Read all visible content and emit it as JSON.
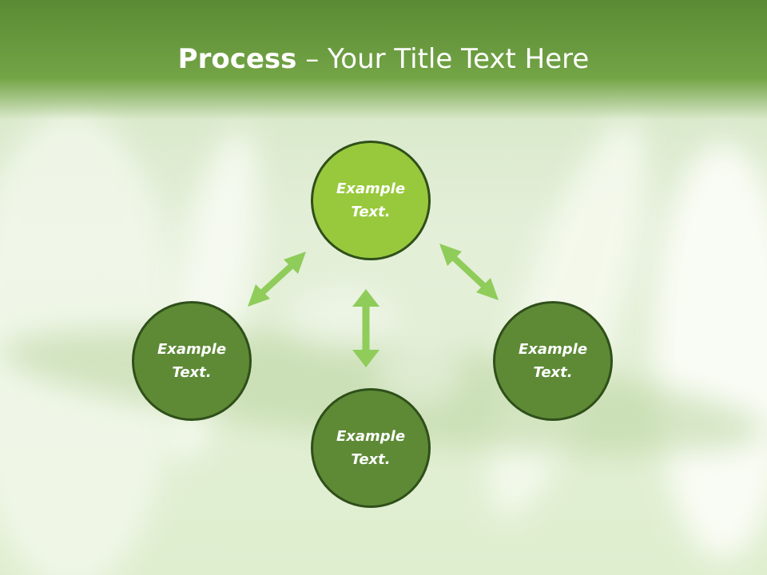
{
  "slide": {
    "title_bold": "Process",
    "title_sep": " – ",
    "title_rest": "Your Title Text Here"
  },
  "nodes": {
    "top": "Example Text.",
    "left": "Example Text.",
    "right": "Example Text.",
    "bottom": "Example Text."
  },
  "colors": {
    "header": "#6a9a3e",
    "node_highlight": "#98c93c",
    "node_default": "#5e8a36",
    "node_border": "#2f4f1a",
    "arrow": "#8fcc5a"
  }
}
